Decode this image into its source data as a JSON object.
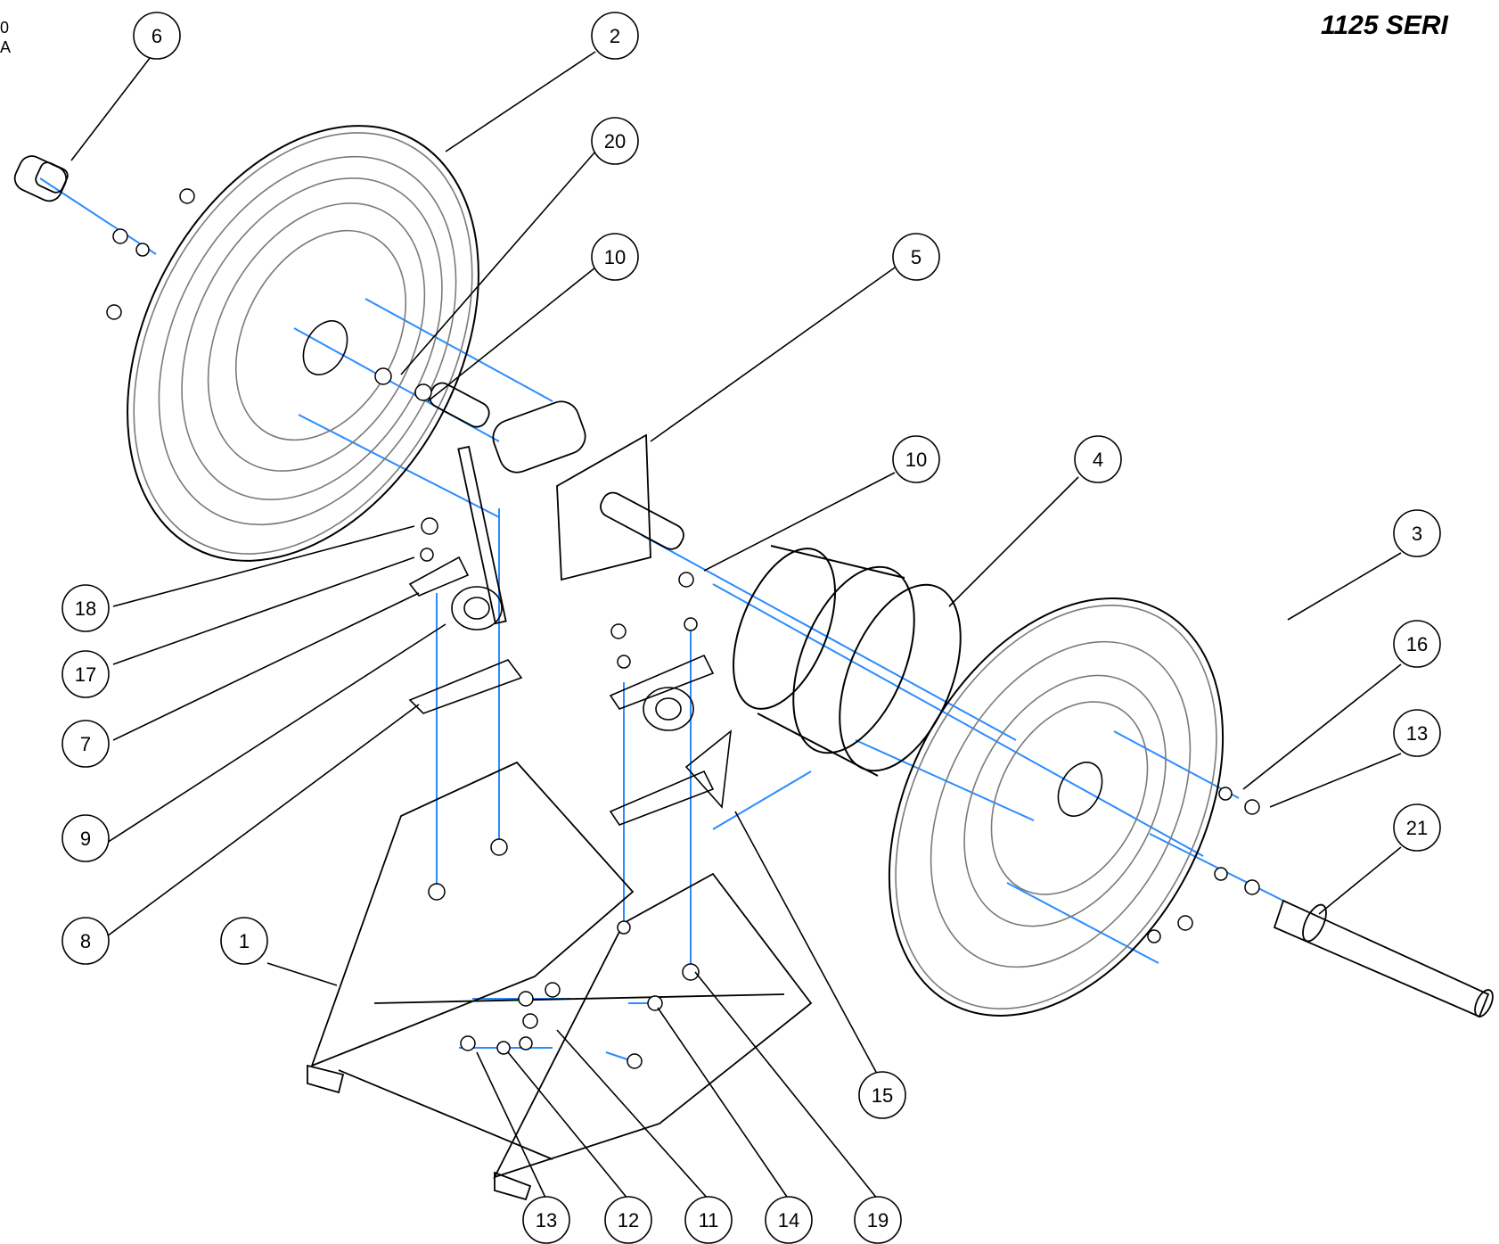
{
  "header": {
    "series_title": "1125 SERI",
    "corner_lines": [
      "0",
      "A"
    ]
  },
  "callouts": [
    {
      "id": "c6",
      "label": "6"
    },
    {
      "id": "c2",
      "label": "2"
    },
    {
      "id": "c20",
      "label": "20"
    },
    {
      "id": "c10a",
      "label": "10"
    },
    {
      "id": "c5",
      "label": "5"
    },
    {
      "id": "c10b",
      "label": "10"
    },
    {
      "id": "c4",
      "label": "4"
    },
    {
      "id": "c3",
      "label": "3"
    },
    {
      "id": "c16",
      "label": "16"
    },
    {
      "id": "c13a",
      "label": "13"
    },
    {
      "id": "c21",
      "label": "21"
    },
    {
      "id": "c18",
      "label": "18"
    },
    {
      "id": "c17",
      "label": "17"
    },
    {
      "id": "c7",
      "label": "7"
    },
    {
      "id": "c9",
      "label": "9"
    },
    {
      "id": "c8",
      "label": "8"
    },
    {
      "id": "c1",
      "label": "1"
    },
    {
      "id": "c15",
      "label": "15"
    },
    {
      "id": "c13b",
      "label": "13"
    },
    {
      "id": "c12",
      "label": "12"
    },
    {
      "id": "c11",
      "label": "11"
    },
    {
      "id": "c14",
      "label": "14"
    },
    {
      "id": "c19",
      "label": "19"
    }
  ],
  "colors": {
    "line": "#000000",
    "part_line": "#7a7a7a",
    "axis": "#2a8cff"
  }
}
